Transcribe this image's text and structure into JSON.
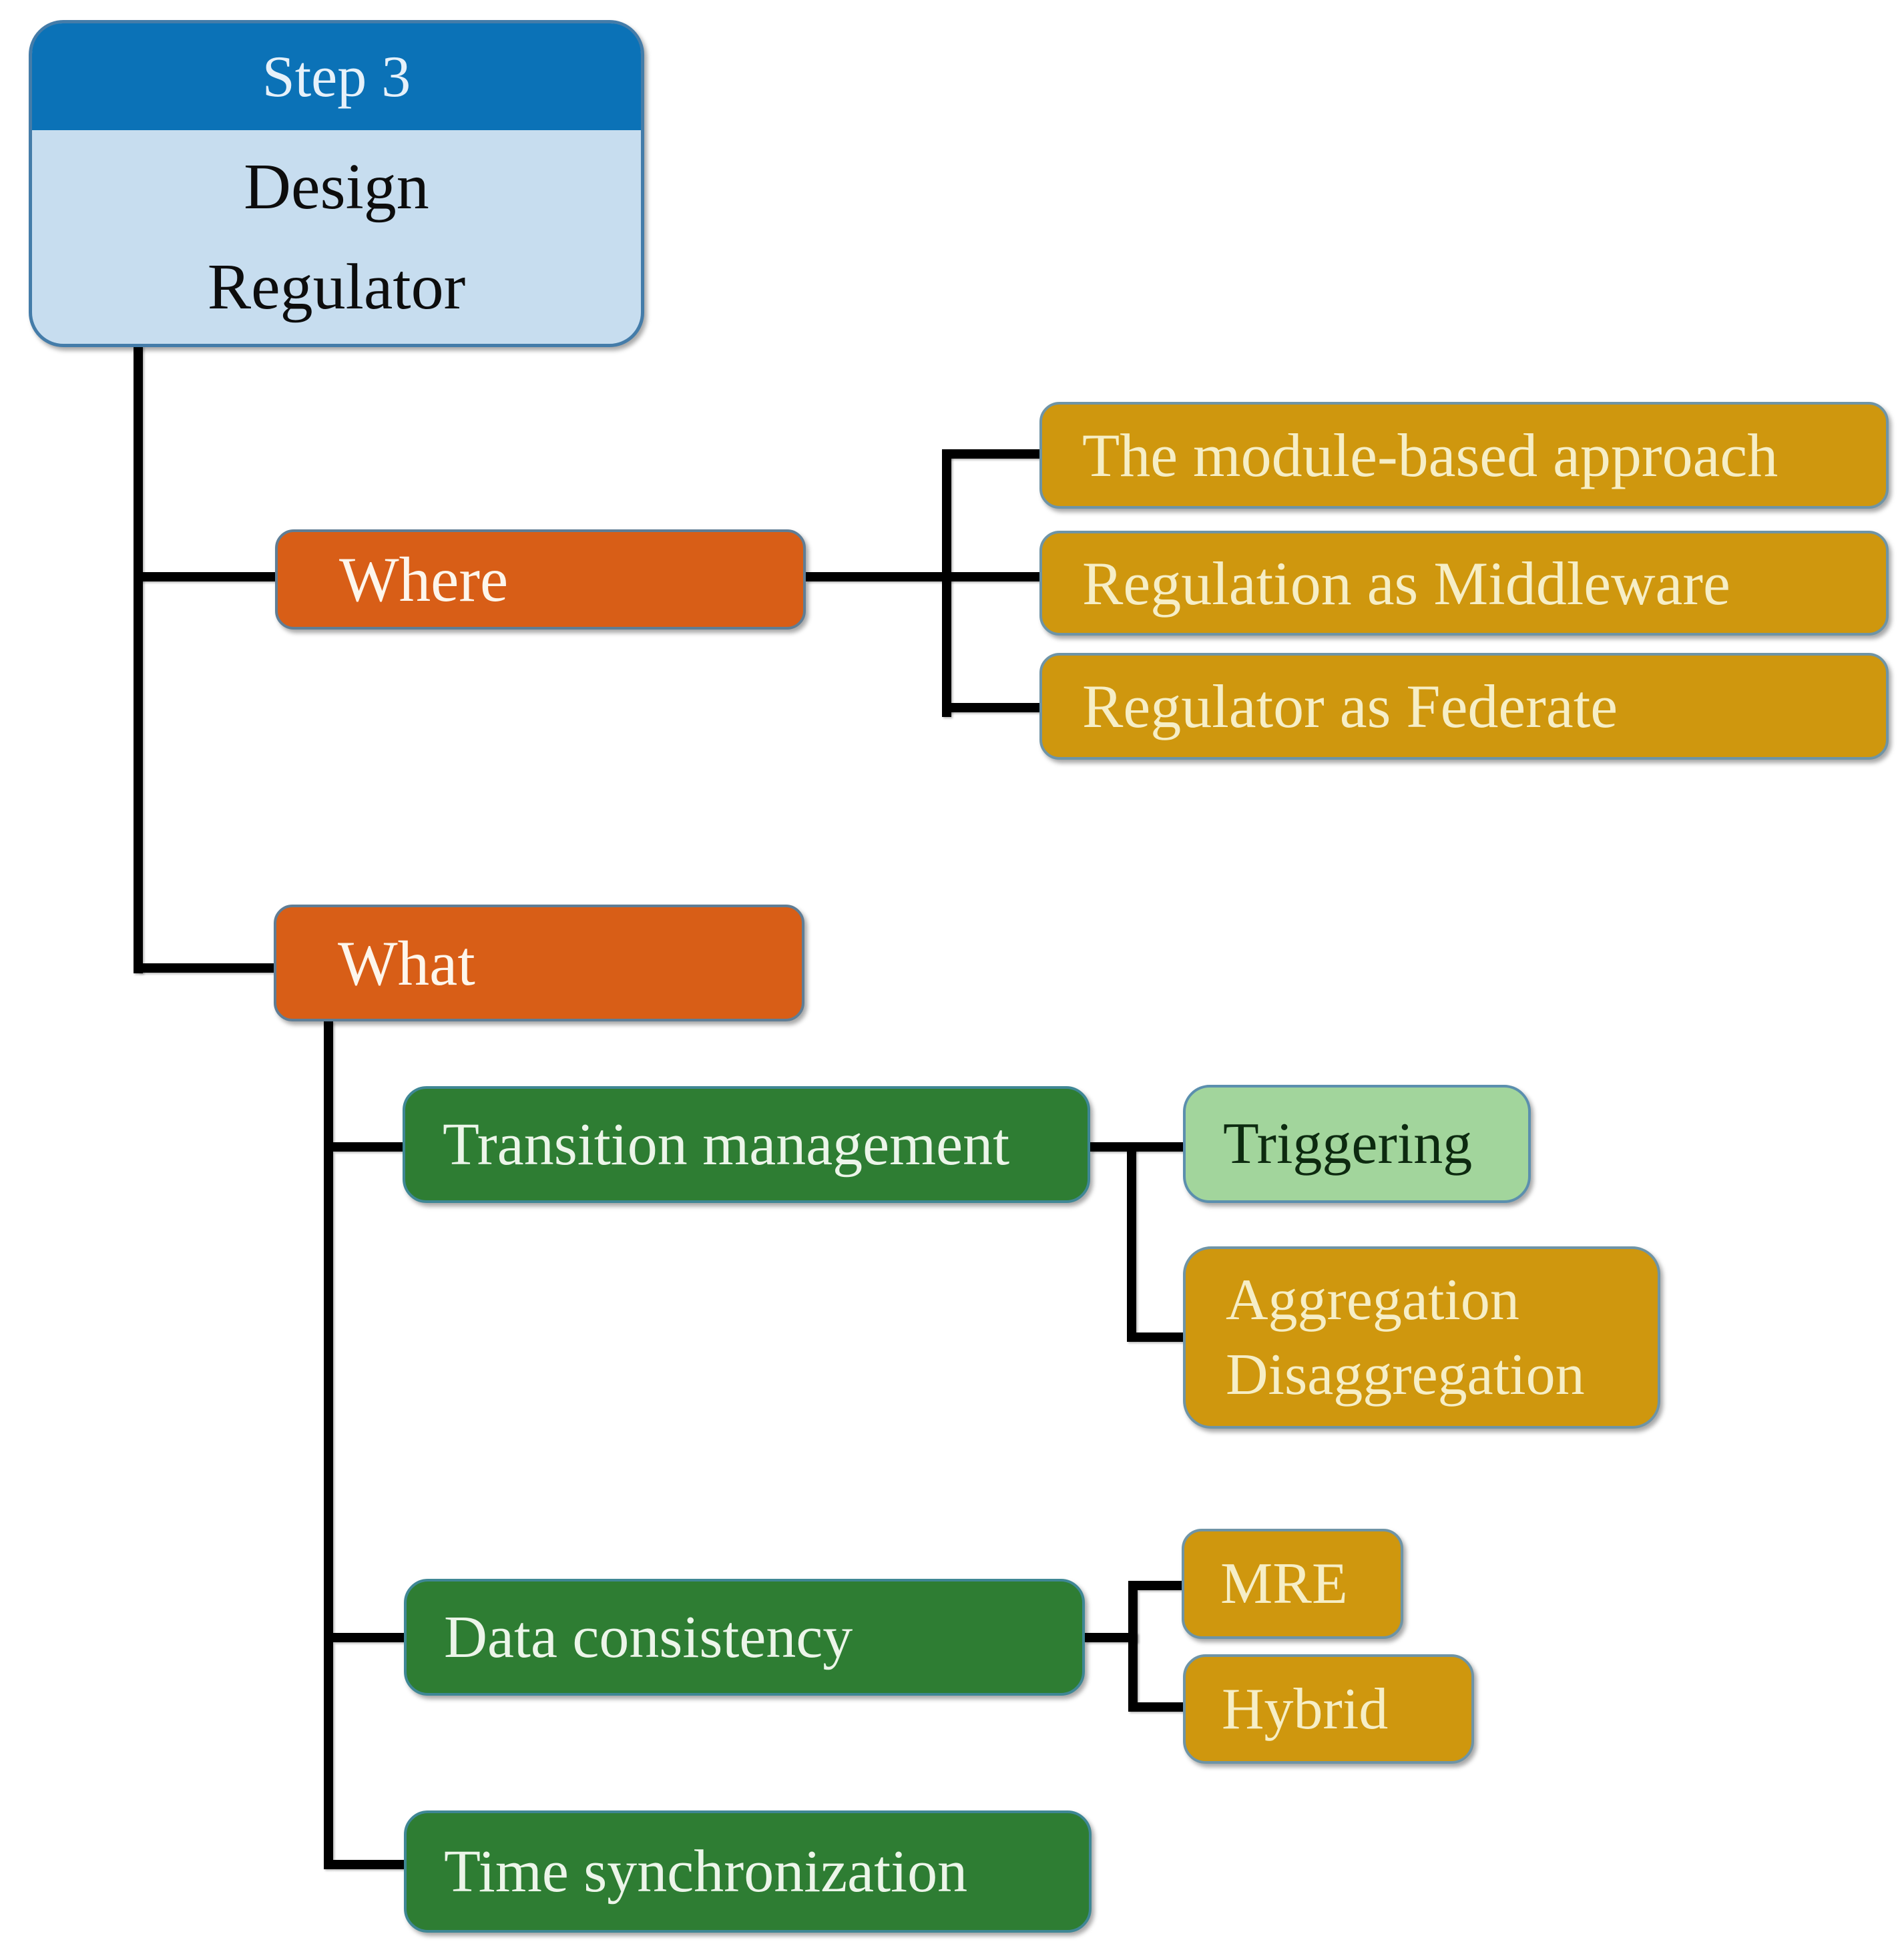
{
  "colors": {
    "header_blue": "#0b72b7",
    "body_light_blue": "#c7ddef",
    "orange": "#d85e17",
    "gold": "#cf970e",
    "green": "#2e7d33",
    "light_green": "#a2d59c",
    "connector_black": "#000000",
    "gold_text": "#f6eec6",
    "white_text": "#fdf6ec",
    "green_text": "#ecf5e9",
    "dark_green_text": "#0d2a10"
  },
  "root": {
    "header": "Step 3",
    "title_line1": "Design",
    "title_line2": "Regulator"
  },
  "where_branch": {
    "label": "Where",
    "items": [
      {
        "label": "The module-based approach"
      },
      {
        "label": "Regulation as Middleware"
      },
      {
        "label": "Regulator as Federate"
      }
    ]
  },
  "what_branch": {
    "label": "What",
    "transition": {
      "label": "Transition management",
      "triggering": {
        "label": "Triggering"
      },
      "aggregation": {
        "line1": "Aggregation",
        "line2": "Disaggregation"
      }
    },
    "data_consistency": {
      "label": "Data consistency",
      "mre": {
        "label": "MRE"
      },
      "hybrid": {
        "label": "Hybrid"
      }
    },
    "time_sync": {
      "label": "Time synchronization"
    }
  }
}
